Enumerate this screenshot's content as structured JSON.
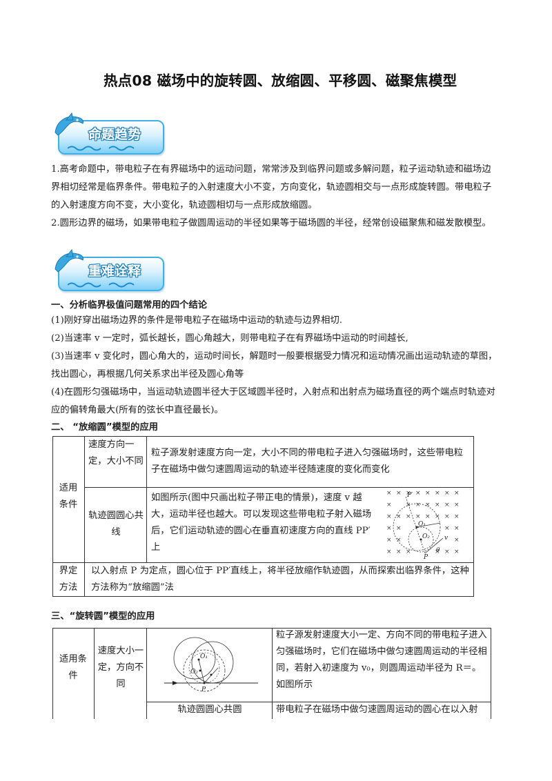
{
  "title": "热点08  磁场中的旋转圆、放缩圆、平移圆、磁聚焦模型",
  "banners": {
    "trend": "命题趋势",
    "key": "重难诠释"
  },
  "intro": {
    "p1": "1.高考命题中，带电粒子在有界磁场中的运动问题，常常涉及到临界问题或多解问题，粒子运动轨迹和磁场边界相切经常是临界条件。带电粒子的入射速度大小不变，方向变化，轨迹圆相交与一点形成旋转圆。带电粒子的入射速度方向不变，大小变化，轨迹圆相切与一点形成放缩圆。",
    "p2": "2.圆形边界的磁场，如果带电粒子做圆周运动的半径如果等于磁场圆的半径，经常创设磁聚焦和磁发散模型。"
  },
  "section1": {
    "heading": "一、分析临界极值问题常用的四个结论",
    "items": [
      "(1)刚好穿出磁场边界的条件是带电粒子在磁场中运动的轨迹与边界相切.",
      "(2)当速率 v 一定时，弧长越长，圆心角越大，则带电粒子在有界磁场中运动的时间越长,",
      "(3)当速率 v 变化时，圆心角大的，运动时间长，解题时一般要根据受力情况和运动情况画出运动轨迹的草图，找出圆心，再根据几何关系求出半径及圆心角等",
      "(4)在圆形匀强磁场中，当运动轨迹圆半径大于区域圆半径时，入射点和出射点为磁场直径的两个端点时轨迹对应的偏转角最大(所有的弦长中直径最长)。"
    ]
  },
  "section2": {
    "heading": "二、   “放缩圆”模型的应用",
    "table": {
      "rowhead1": "适用条件",
      "c1a": "速度方向一定，大小不同",
      "c1b": "粒子源发射速度方向一定，大小不同的带电粒子进入匀强磁场时，这些带电粒子在磁场中做匀速圆周运动的轨迹半径随速度的变化而变化",
      "c2a": "轨迹圆圆心共线",
      "c2b": "如图所示(图中只画出粒子带正电的情景)，速度 v 越大，运动半径也越大。可以发现这些带电粒子射入磁场后，它们运动轨迹的圆心在垂直初速度方向的直线 PP′上",
      "rowhead2": "界定方法",
      "c3": "以入射点 P 为定点，圆心位于 PP′直线上，将半径放缩作轨迹圆，从而探索出临界条件，这种方法称为“放缩圆”法"
    },
    "figure_labels": {
      "p_prime": "P′",
      "p": "P",
      "o1": "O₁",
      "o2": "O₂",
      "v": "v",
      "theta": "θ"
    }
  },
  "section3": {
    "heading": "三、“旋转圆”模型的应用",
    "table": {
      "rowhead": "适用条件",
      "c1a": "速度大小一定，方向不同",
      "c1b": "粒子源发射速度大小一定、方向不同的带电粒子进入匀强磁场时，它们在磁场中做匀速圆周运动的半径相同，若射入初速度为 v₀，则圆周运动半径为 R＝。如图所示",
      "c2a": "轨迹圆圆心共圆",
      "c2b": "带电粒子在磁场中做匀速圆周运动的圆心在以入射"
    },
    "figure_labels": {
      "o1": "O₁",
      "o2": "O₂",
      "p": "P"
    }
  }
}
